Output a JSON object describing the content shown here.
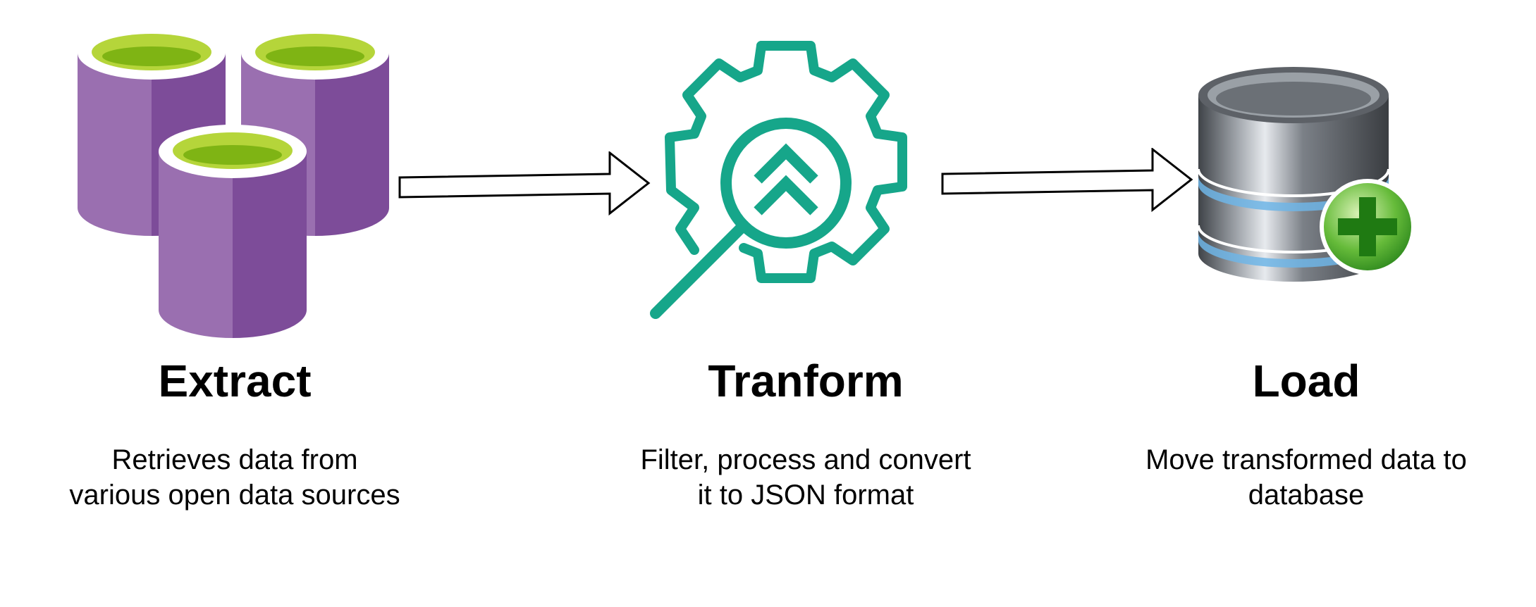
{
  "stages": [
    {
      "title": "Extract",
      "description": [
        "Retrieves data from",
        "various open data sources"
      ],
      "icon": "stacked-databases-icon"
    },
    {
      "title": "Tranform",
      "description": [
        "Filter, process and convert",
        "it to JSON format"
      ],
      "icon": "gear-magnifier-icon"
    },
    {
      "title": "Load",
      "description": [
        "Move transformed data to",
        "database"
      ],
      "icon": "database-add-icon"
    }
  ],
  "colors": {
    "db_purple_light": "#9a6fb0",
    "db_purple_dark": "#7d4c99",
    "db_top_green": "#8cc412",
    "gear_teal": "#16a68a",
    "plus_green": "#3aa32a"
  }
}
